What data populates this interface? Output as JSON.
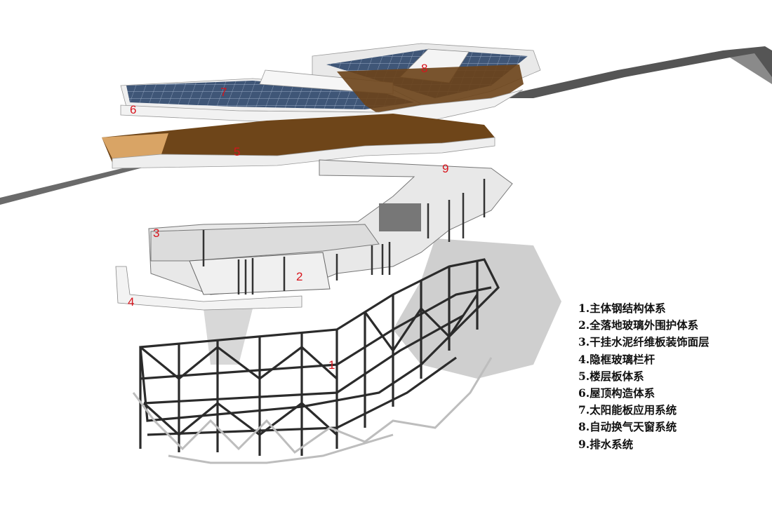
{
  "callouts": [
    "1",
    "2",
    "3",
    "4",
    "5",
    "6",
    "7",
    "8",
    "9"
  ],
  "legend": [
    "1.主体钢结构体系",
    "2.全落地玻璃外围护体系",
    "3.干挂水泥纤维板装饰面层",
    "4.隐框玻璃栏杆",
    "5.楼层板体系",
    "6.屋顶构造体系",
    "7.太阳能板应用系统",
    "8.自动换气天窗系统",
    "9.排水系统"
  ],
  "colors": {
    "callout": "#d8141c",
    "solar": "#3f5677",
    "slab_wood": "#7a4f22",
    "slab_edge": "#d9a465",
    "steel": "#2b2b2b",
    "shadow": "#cfcfcf",
    "glass": "#e6e6e6"
  }
}
